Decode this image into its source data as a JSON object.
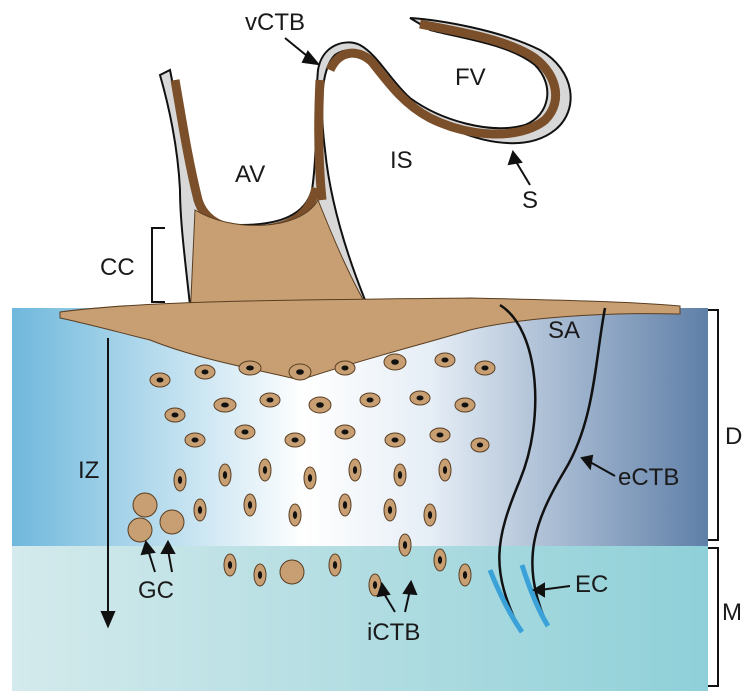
{
  "labels": {
    "vctb": "vCTB",
    "fv": "FV",
    "av": "AV",
    "is": "IS",
    "s": "S",
    "cc": "CC",
    "sa": "SA",
    "d": "D",
    "iz": "IZ",
    "ectb": "eCTB",
    "gc": "GC",
    "ec": "EC",
    "m": "M",
    "ictb": "iCTB"
  },
  "colors": {
    "decidua_left": "#6fb8dc",
    "decidua_center": "#ffffff",
    "decidua_right": "#5f7fa8",
    "myometrium_left": "#d4eaec",
    "myometrium_right": "#8fd0d8",
    "cell_fill": "#c89f72",
    "cell_nucleus": "#111111",
    "villus_dark_band": "#7a4f2a",
    "villus_stroma": "#d8d8d8",
    "endothelium": "#3aa2d8"
  }
}
